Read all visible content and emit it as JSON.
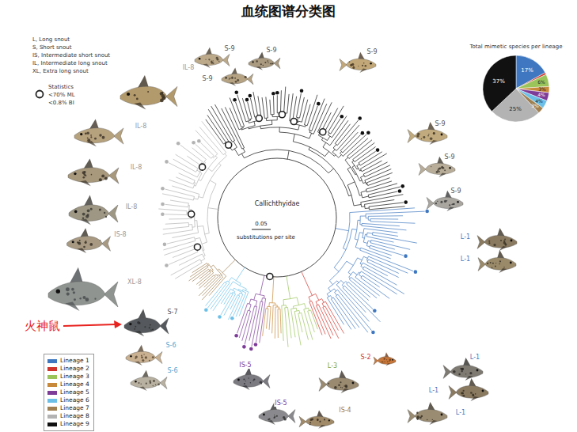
{
  "diagram": {
    "title": "血统图谱分类图",
    "labels": [
      "L, Long snout",
      "S, Short snout",
      "IS, Intermediate short snout",
      "IL, Intermediate long snout",
      "XL, Extra long snout",
      "Statistics",
      "<70% ML",
      "<0.8% BI",
      "Total mimetic species per lineage",
      "17%",
      "6%",
      "3%",
      "4%",
      "4%",
      "3%",
      "25%",
      "37%",
      "Callichthyidae",
      "0.05",
      "substitutions per site",
      "S-9",
      "S-9",
      "S-9",
      "S-9",
      "S-9",
      "S-9",
      "S-9",
      "IL-8",
      "IL-8",
      "IL-8",
      "IL-8",
      "IS-8",
      "XL-8",
      "S-7",
      "S-6",
      "S-6",
      "IS-5",
      "IS-5",
      "L-3",
      "IS-4",
      "S-2",
      "L-1",
      "L-1",
      "L-1",
      "L-1",
      "L-1",
      "火神鼠"
    ],
    "legend": [
      {
        "text": "Lineage 1",
        "color": "#3f78c0"
      },
      {
        "text": "Lineage 2",
        "color": "#d0342c"
      },
      {
        "text": "Lineage 3",
        "color": "#9bc45a"
      },
      {
        "text": "Lineage 4",
        "color": "#c9893a"
      },
      {
        "text": "Lineage 5",
        "color": "#7d3c98"
      },
      {
        "text": "Lineage 6",
        "color": "#6cc0e8"
      },
      {
        "text": "Lineage 7",
        "color": "#a08050"
      },
      {
        "text": "Lineage 8",
        "color": "#b3b3b3"
      },
      {
        "text": "Lineage 9",
        "color": "#111111"
      }
    ]
  }
}
